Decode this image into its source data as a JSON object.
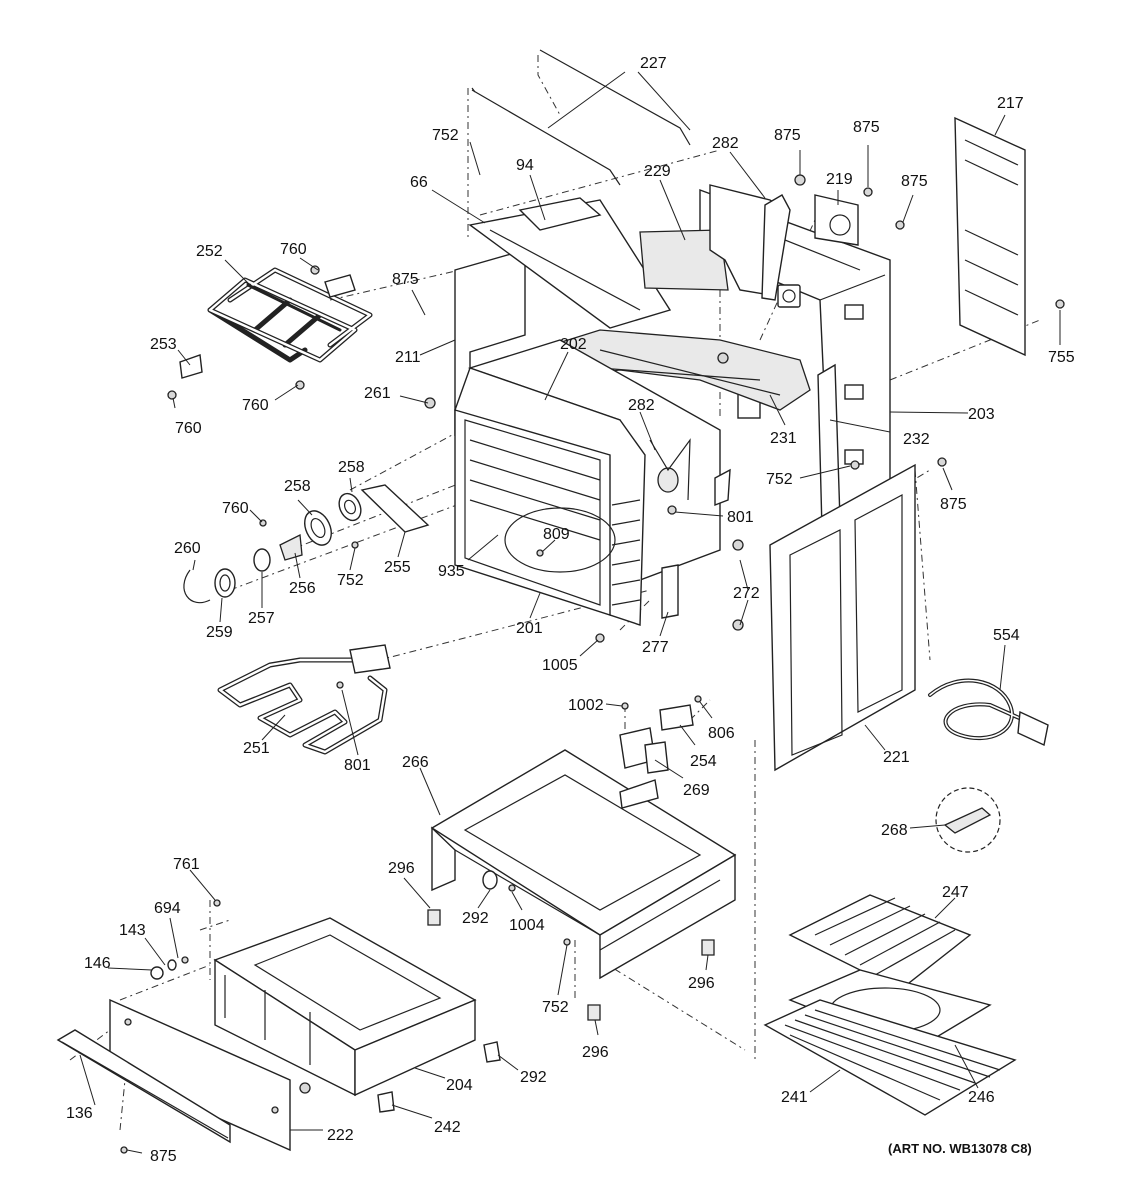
{
  "diagram": {
    "art_number": "(ART NO. WB13078 C8)",
    "callouts": [
      "227",
      "752",
      "94",
      "66",
      "229",
      "282",
      "875",
      "875",
      "219",
      "875",
      "217",
      "252",
      "760",
      "875",
      "211",
      "202",
      "261",
      "253",
      "760",
      "760",
      "755",
      "203",
      "231",
      "232",
      "282",
      "752",
      "258",
      "258",
      "875",
      "760",
      "801",
      "809",
      "260",
      "256",
      "752",
      "255",
      "935",
      "272",
      "259",
      "257",
      "201",
      "554",
      "1005",
      "277",
      "251",
      "801",
      "1002",
      "806",
      "254",
      "266",
      "269",
      "221",
      "268",
      "761",
      "296",
      "292",
      "1004",
      "247",
      "694",
      "143",
      "146",
      "752",
      "296",
      "296",
      "292",
      "136",
      "204",
      "241",
      "246",
      "222",
      "242",
      "875"
    ]
  }
}
